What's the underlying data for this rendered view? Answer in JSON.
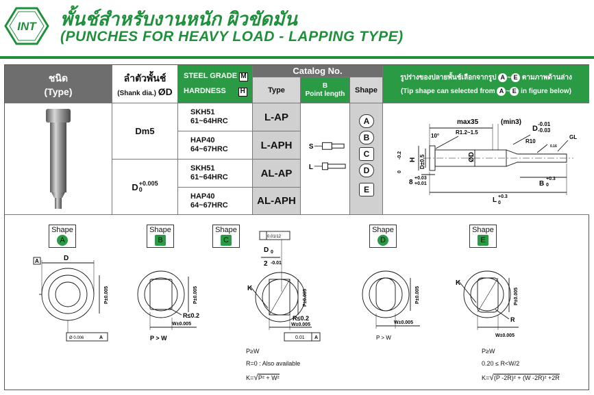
{
  "header": {
    "logo_text": "INT",
    "title_th": "พั้นช์สำหรับงานหนัก ผิวขัดมัน",
    "title_en": "(PUNCHES FOR HEAVY LOAD - LAPPING TYPE)"
  },
  "table": {
    "col_type_th": "ชนิด",
    "col_type_en": "(Type)",
    "col_shank_th": "ลำตัวพั้นช์",
    "col_shank_en": "(Shank dia.)",
    "col_shank_sym": "ØD",
    "steel_grade": "STEEL GRADE",
    "steel_badge": "M",
    "hardness": "HARDNESS",
    "hardness_badge": "H",
    "catalog_no": "Catalog No.",
    "type_label": "Type",
    "b_label": "B",
    "point_length": "Point length",
    "shape_label": "Shape",
    "tip_th_pre": "รูปร่างของปลายพั้นช์เลือกจากรูป",
    "tip_th_post": "ตามภาพด้านล่าง",
    "tip_en_pre": "(Tip shape can selected from",
    "tip_en_post": "in figure below)",
    "tip_a": "A",
    "tip_e": "E",
    "tip_dash": "~",
    "shank_1": "Dm5",
    "shank_2_main": "D",
    "shank_2_sup": "+0.005",
    "shank_2_sub": "0",
    "rows": [
      {
        "grade": "SKH51",
        "hardness": "61~64HRC",
        "type": "L-AP"
      },
      {
        "grade": "HAP40",
        "hardness": "64~67HRC",
        "type": "L-APH"
      },
      {
        "grade": "SKH51",
        "hardness": "61~64HRC",
        "type": "AL-AP"
      },
      {
        "grade": "HAP40",
        "hardness": "64~67HRC",
        "type": "AL-APH"
      }
    ],
    "point_s": "S",
    "point_l": "L",
    "shapes": [
      "A",
      "B",
      "C",
      "D",
      "E"
    ]
  },
  "drawing": {
    "max35": "max35",
    "min3": "(min3)",
    "d_tol_top": "-0.01",
    "d_tol_bot": "-0.03",
    "d_main": "D",
    "angle": "10°",
    "r12": "R1.2~1.5",
    "r10": "R10",
    "gl": "GL",
    "h0": "H",
    "h0_tol_top": "0",
    "h0_tol_bot": "-0.2",
    "dpm": "D±0.5",
    "phid": "ØD",
    "eight": "8",
    "eight_tol_top": "+0.03",
    "eight_tol_bot": "+0.01",
    "b_main": "B",
    "b_tol_top": "+0.3",
    "b_tol_bot": "0",
    "l_main": "L",
    "l_tol_top": "+0.3",
    "l_tol_bot": "0",
    "rough": "0.16"
  },
  "shapes_lower": {
    "label": "Shape",
    "a": "A",
    "b": "B",
    "c": "C",
    "d": "D",
    "e": "E",
    "a_dim_d": "D",
    "a_datum": "A",
    "a_p": "P±0.005",
    "a_conc": "Ø 0.006",
    "a_conc_ref": "A",
    "b_p": "P±0.005",
    "b_r": "R≤0.2",
    "b_w": "W±0.005",
    "b_note": "P > W",
    "c_par": "0.01/12",
    "c_d": "D",
    "c_d_sup": "0",
    "c_d_den": "2",
    "c_d_sub": "-0.01",
    "c_k": "K",
    "c_p": "P±0.005",
    "c_r": "R≤0.2",
    "c_w": "W±0.005",
    "c_sym": "0.01",
    "c_sym_ref": "A",
    "c_note1": "P≥W",
    "c_note2": "R=0 : Also available",
    "c_note3_pre": "K=",
    "c_note3_expr": "P² + W²",
    "d_p": "P±0.005",
    "d_w": "W±0.005",
    "d_note": "P > W",
    "e_k": "K",
    "e_p": "P±0.005",
    "e_r": "R",
    "e_w": "W±0.005",
    "e_note1": "P≥W",
    "e_note2": "0.20 ≤ R<W/2",
    "e_note3_pre": "K=",
    "e_note3_expr": "(P -2R)² + (W -2R)² +2R"
  },
  "colors": {
    "green": "#2a9a45",
    "dark_header": "#6e6e6e",
    "gray": "#d0d0d0"
  }
}
